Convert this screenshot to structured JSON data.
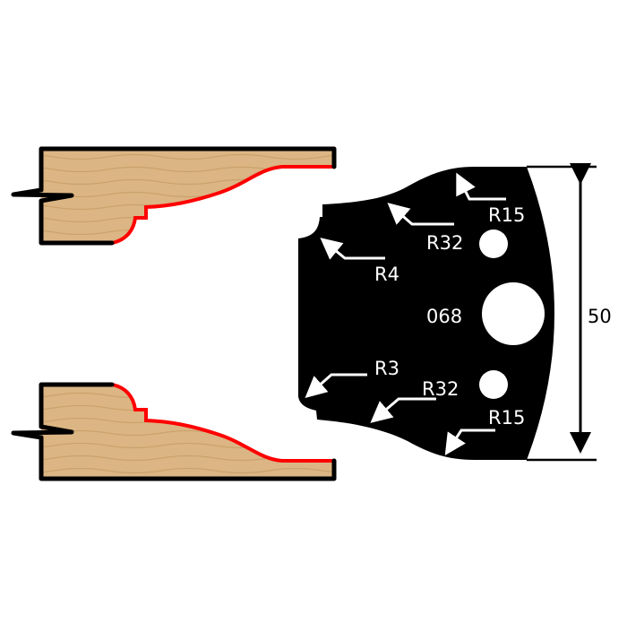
{
  "knife": {
    "code": "068",
    "radii": {
      "top_outer": "R15",
      "top_inner": "R32",
      "top_corner": "R4",
      "bottom_corner": "R3",
      "bottom_inner": "R32",
      "bottom_outer": "R15"
    },
    "height_dimension": "50"
  },
  "colors": {
    "knife": "#000000",
    "profile": "#ff0000",
    "wood": "#d9b27e",
    "grain": "#b98f5a",
    "label": "#ffffff"
  }
}
